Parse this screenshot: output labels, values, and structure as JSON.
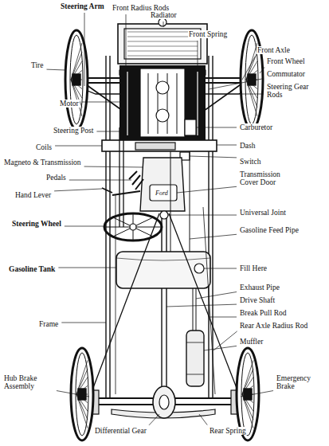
{
  "diagram": {
    "labels": [
      "Steering Arm",
      "Front Radius Rods",
      "Radiator",
      "Front Spring",
      "Tire",
      "Front Axle",
      "Front Wheel",
      "Commutator",
      "Steering Gear Rods",
      "Motor",
      "Steering Post",
      "Carburetor",
      "Coils",
      "Dash",
      "Magneto & Transmission",
      "Switch",
      "Pedals",
      "Transmission Cover Door",
      "Hand Lever",
      "Steering Wheel",
      "Universal Joint",
      "Gasoline Feed Pipe",
      "Gasoline Tank",
      "Fill Here",
      "Exhaust Pipe",
      "Drive Shaft",
      "Break Pull Rod",
      "Rear Axle Radius Rod",
      "Frame",
      "Muffler",
      "Hub Brake Assembly",
      "Emergency Brake",
      "Differential Gear",
      "Rear Spring",
      "Ford"
    ]
  }
}
